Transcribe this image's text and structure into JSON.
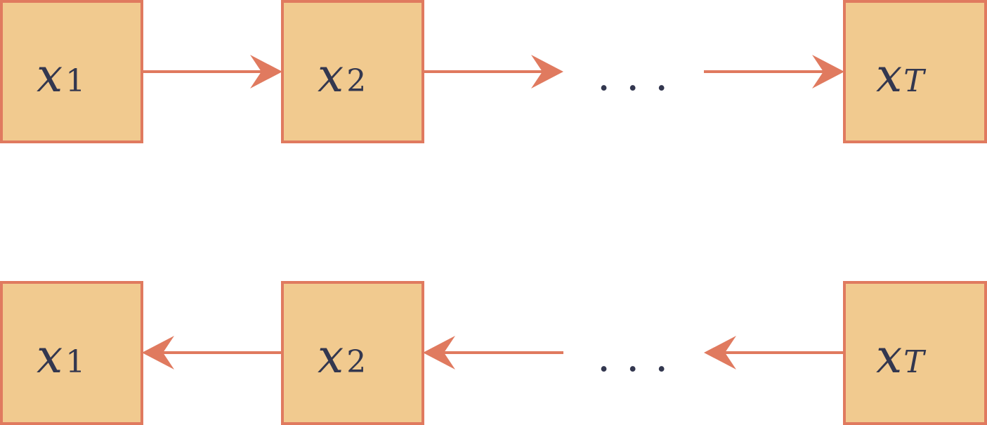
{
  "colors": {
    "node_fill": "#f1ca8f",
    "node_stroke": "#e07a5f",
    "arrow": "#e07a5f",
    "text": "#33374f"
  },
  "forward_chain": {
    "node_1": {
      "symbol": "x",
      "subscript": "1"
    },
    "node_2": {
      "symbol": "x",
      "subscript": "2"
    },
    "ellipsis": "...",
    "node_T": {
      "symbol": "x",
      "subscript": "T"
    }
  },
  "backward_chain": {
    "node_1": {
      "symbol": "x",
      "subscript": "1"
    },
    "node_2": {
      "symbol": "x",
      "subscript": "2"
    },
    "ellipsis": "...",
    "node_T": {
      "symbol": "x",
      "subscript": "T"
    }
  }
}
